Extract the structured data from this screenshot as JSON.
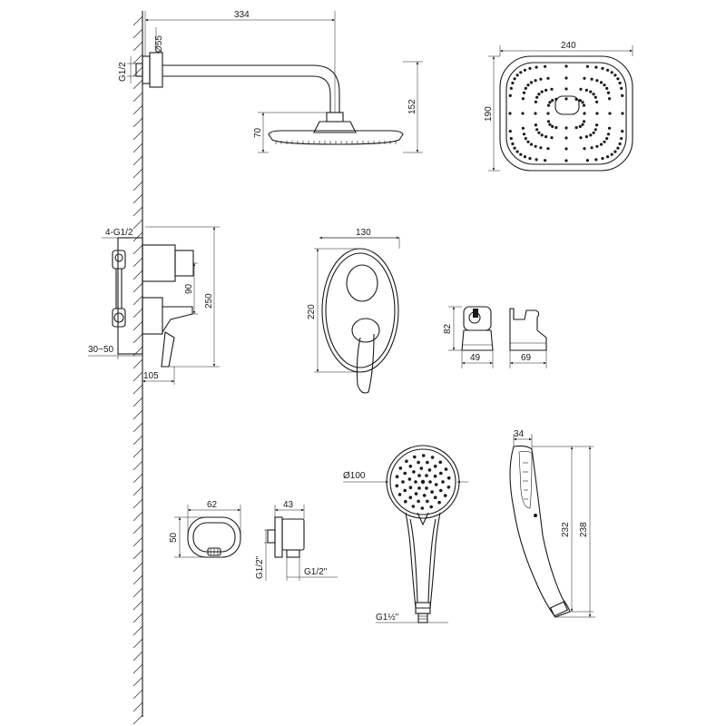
{
  "diagram": {
    "shower_arm": {
      "length": "334",
      "flange_diameter": "Ø55",
      "thread": "G1/2",
      "height": "152",
      "head_height": "70"
    },
    "overhead_shower": {
      "width": "240",
      "height": "190"
    },
    "mixer_side": {
      "inlets": "4-G1/2",
      "lever_offset": "90",
      "height": "250",
      "depth_range": "30~50",
      "depth": "105"
    },
    "cover_plate": {
      "width": "130",
      "height": "220"
    },
    "holder": {
      "height": "82",
      "front_width": "49",
      "side_width": "69"
    },
    "outlet_front": {
      "width": "62",
      "height": "50"
    },
    "outlet_side": {
      "width": "43",
      "thread_in": "G1/2\"",
      "thread_out": "G1/2\""
    },
    "hand_shower": {
      "diameter": "Ø100",
      "thread": "G1½\""
    },
    "hand_shower_side": {
      "width": "34",
      "length_inner": "232",
      "length_outer": "238"
    }
  }
}
